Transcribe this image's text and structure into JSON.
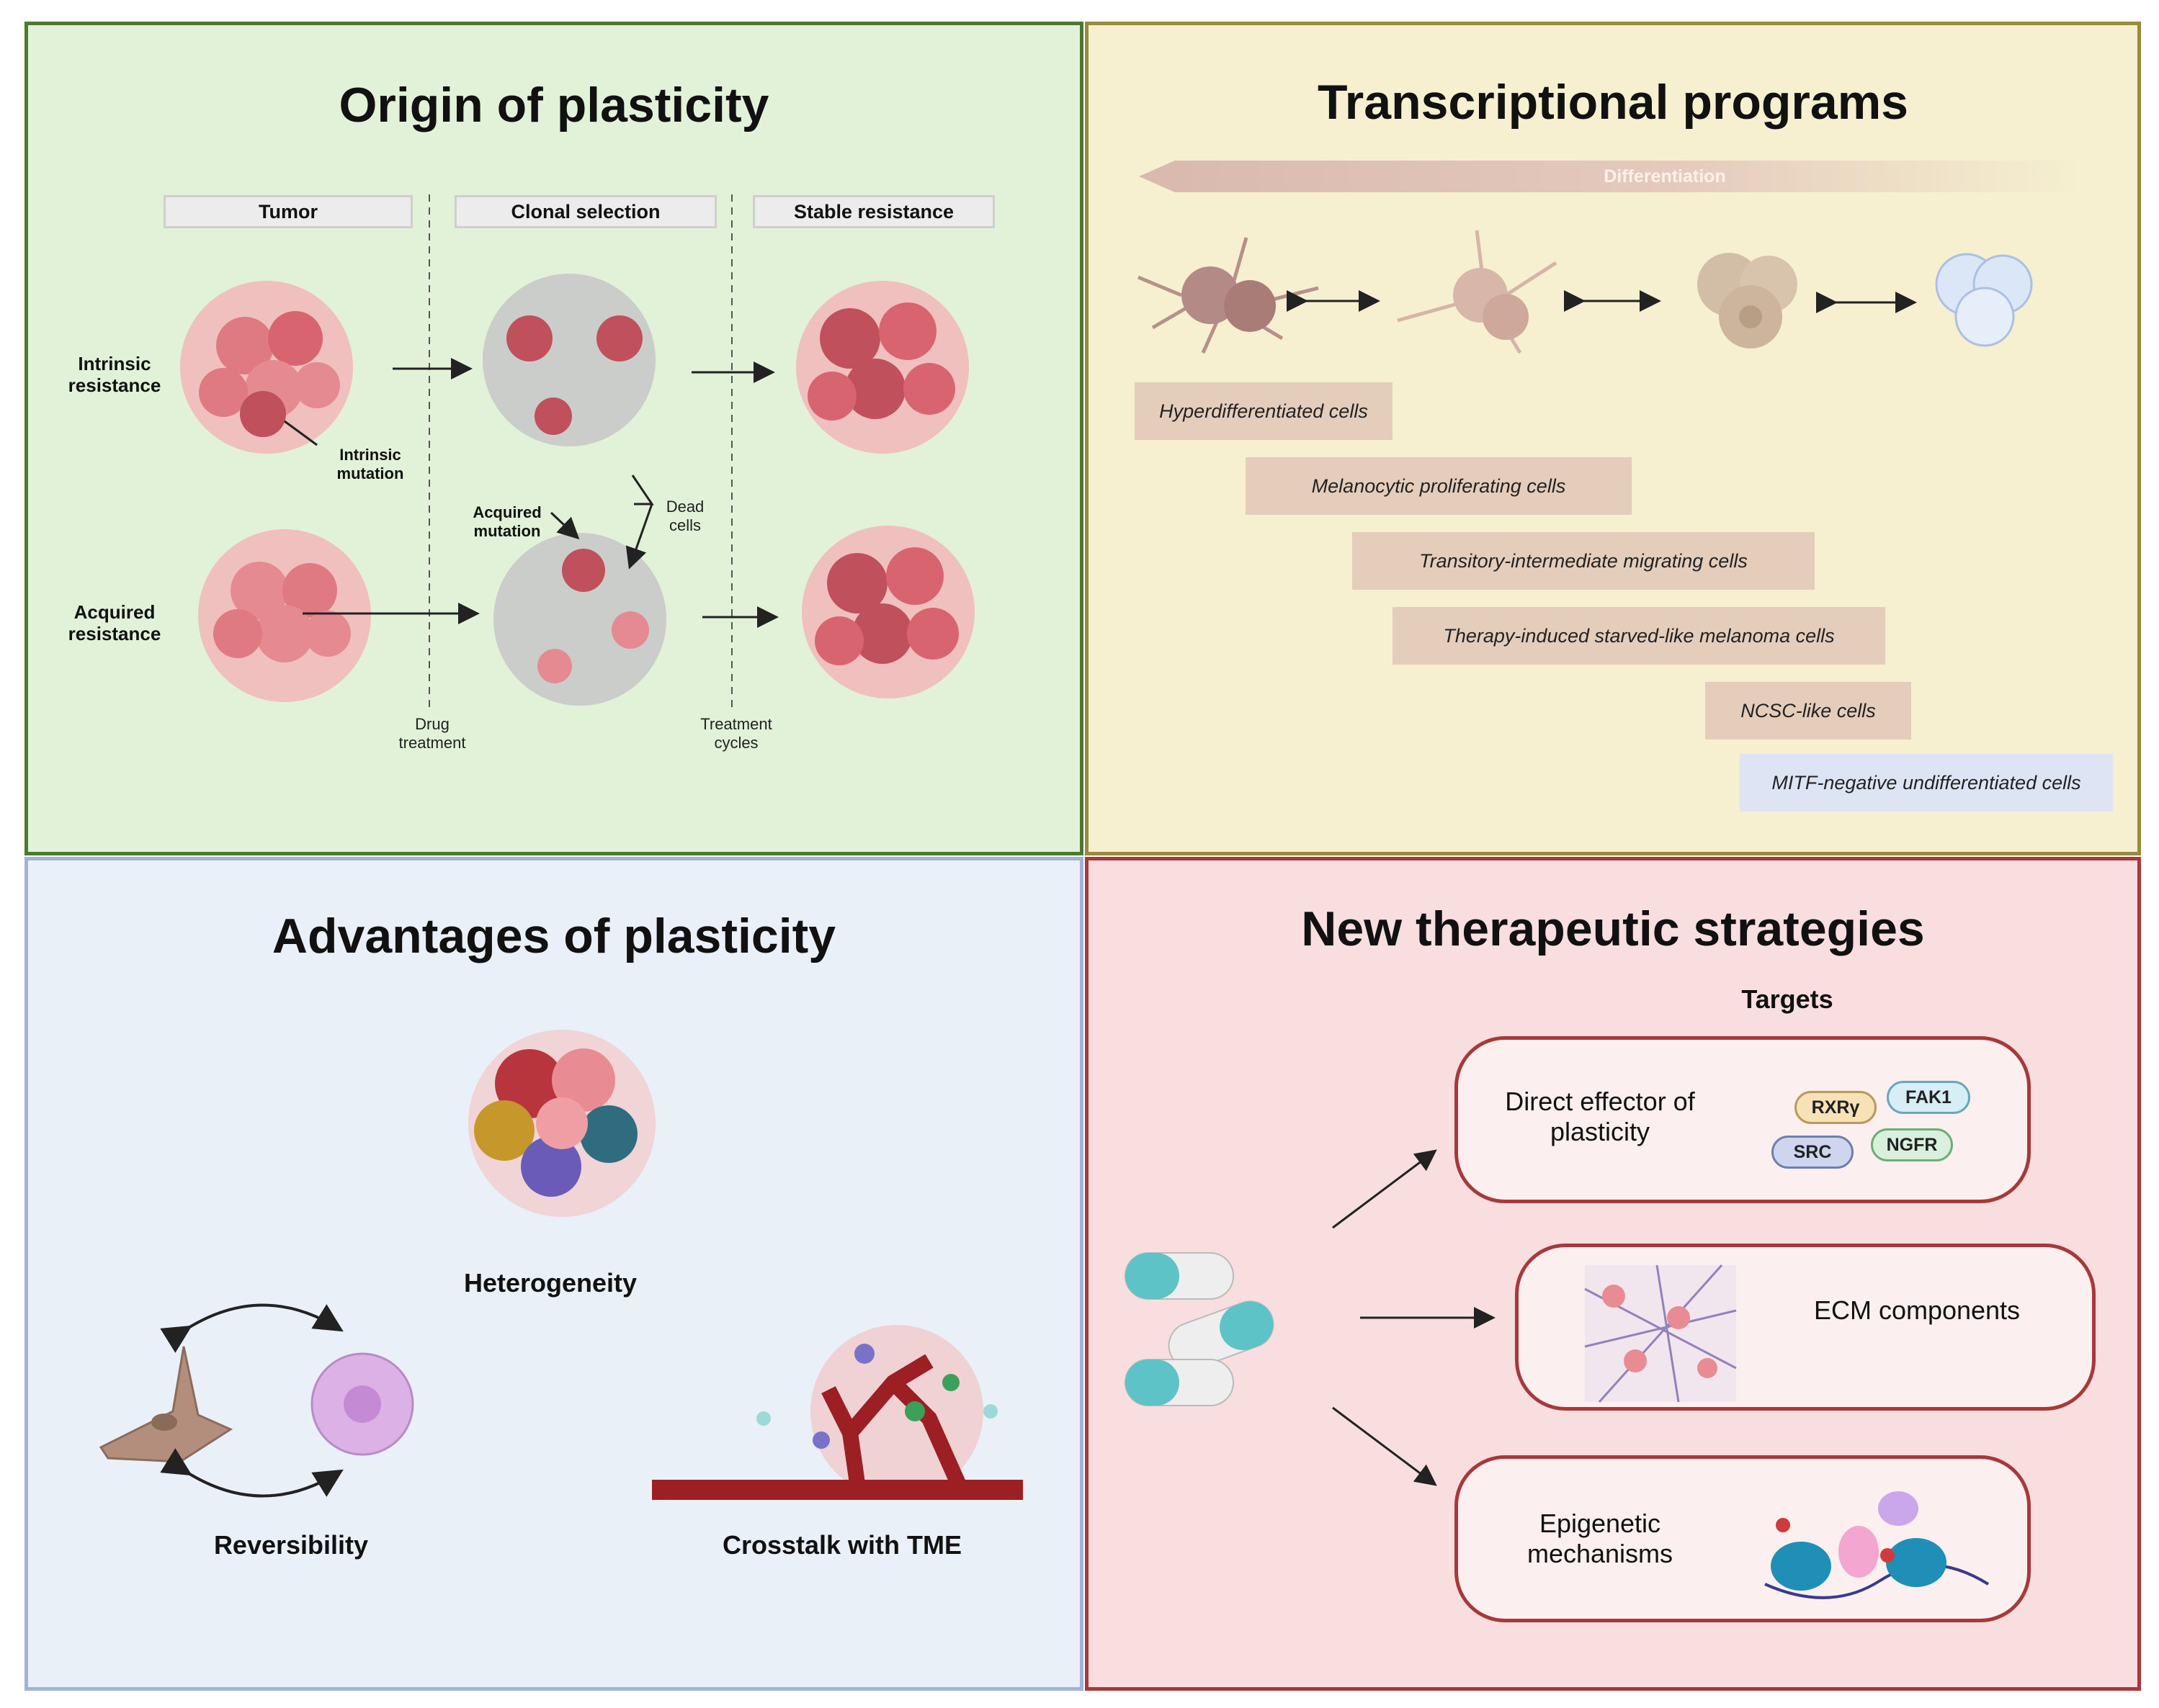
{
  "origin": {
    "title": "Origin of plasticity",
    "headers": [
      "Tumor",
      "Clonal selection",
      "Stable resistance"
    ],
    "rows": [
      "Intrinsic resistance",
      "Acquired resistance"
    ],
    "labels": {
      "intrinsic_mutation": "Intrinsic mutation",
      "acquired_mutation": "Acquired mutation",
      "dead_cells": "Dead cells",
      "drug_treatment": "Drug treatment",
      "treatment_cycles": "Treatment cycles"
    }
  },
  "transcriptional": {
    "title": "Transcriptional programs",
    "axis_label": "Differentiation",
    "states": [
      "Hyperdifferentiated cells",
      "Melanocytic proliferating cells",
      "Transitory-intermediate migrating cells",
      "Therapy-induced starved-like melanoma cells",
      "NCSC-like cells",
      "MITF-negative undifferentiated cells"
    ]
  },
  "advantages": {
    "title": "Advantages of plasticity",
    "items": [
      "Heterogeneity",
      "Reversibility",
      "Crosstalk with TME"
    ]
  },
  "strategies": {
    "title": "New therapeutic strategies",
    "targets_label": "Targets",
    "targets": [
      {
        "label": "Direct effector of plasticity",
        "tags": [
          "RXRγ",
          "FAK1",
          "SRC",
          "NGFR"
        ]
      },
      {
        "label": "ECM components"
      },
      {
        "label": "Epigenetic mechanisms"
      }
    ],
    "colors": {
      "pill_border": "#a8393a",
      "capsule_teal": "#5ec3c6"
    }
  }
}
